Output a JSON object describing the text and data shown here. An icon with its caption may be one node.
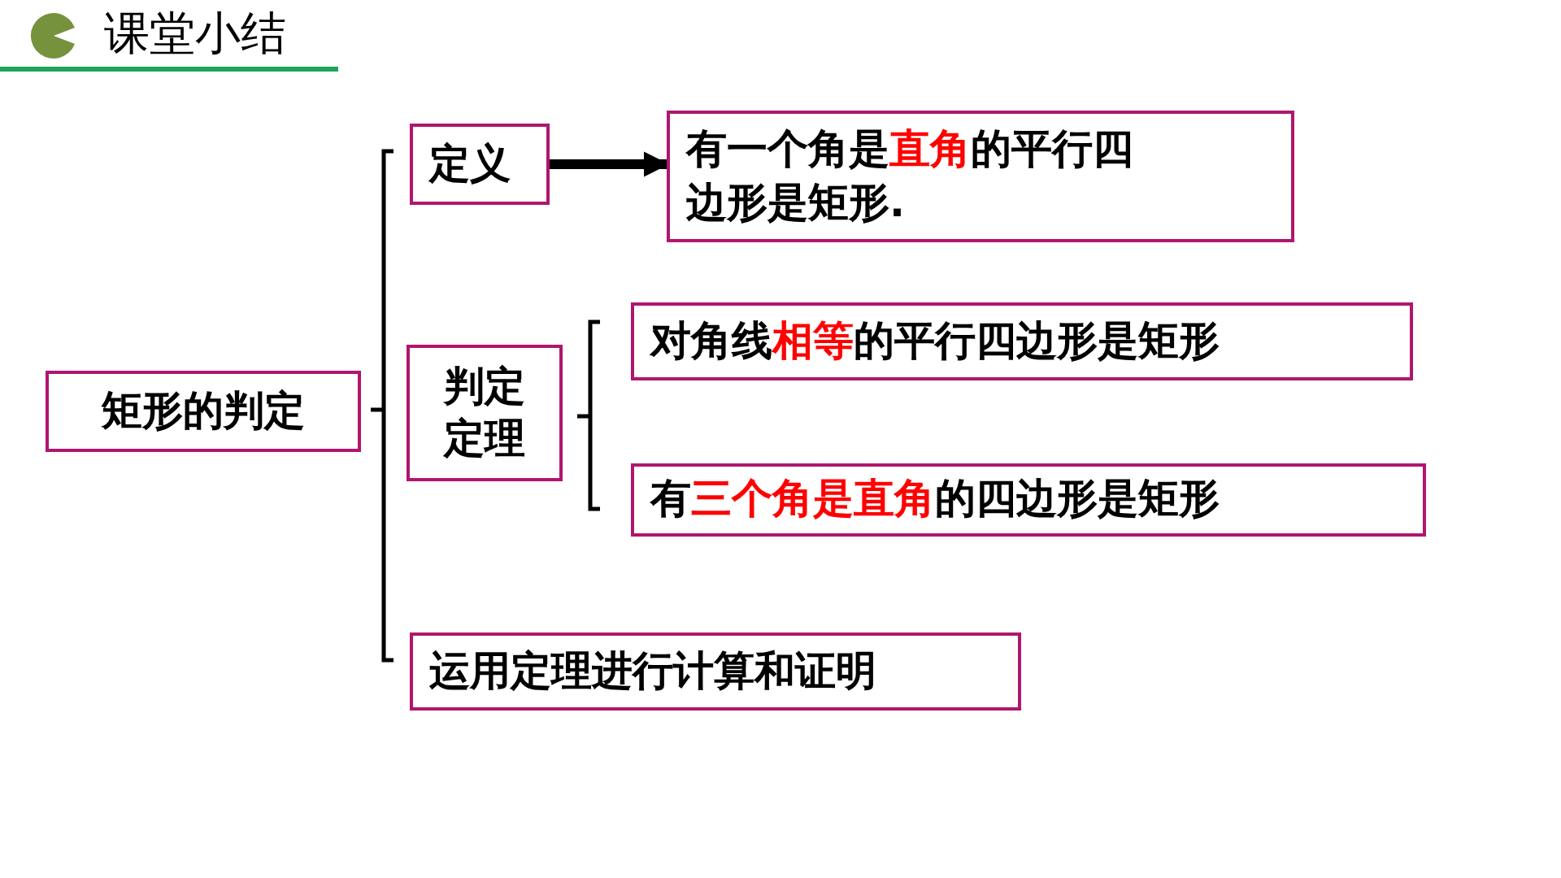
{
  "diagram": {
    "title": "课堂小结",
    "nodes": [
      {
        "text": [
          "矩形的判定"
        ]
      },
      {
        "text": [
          "定义"
        ]
      },
      {
        "text": [
          "有一个角是**直角**的平行四边形是矩形."
        ]
      },
      {
        "text": [
          "判定定理"
        ]
      },
      {
        "text": [
          "对角线**相等**的平行四边形是矩形"
        ]
      },
      {
        "text": [
          "有**三个角是直角**的四边形是矩形"
        ]
      },
      {
        "text": [
          "运用定理进行计算和证明"
        ]
      }
    ],
    "edges": [
      {
        "from": 1,
        "to": 2,
        "arrow": "to"
      }
    ]
  }
}
